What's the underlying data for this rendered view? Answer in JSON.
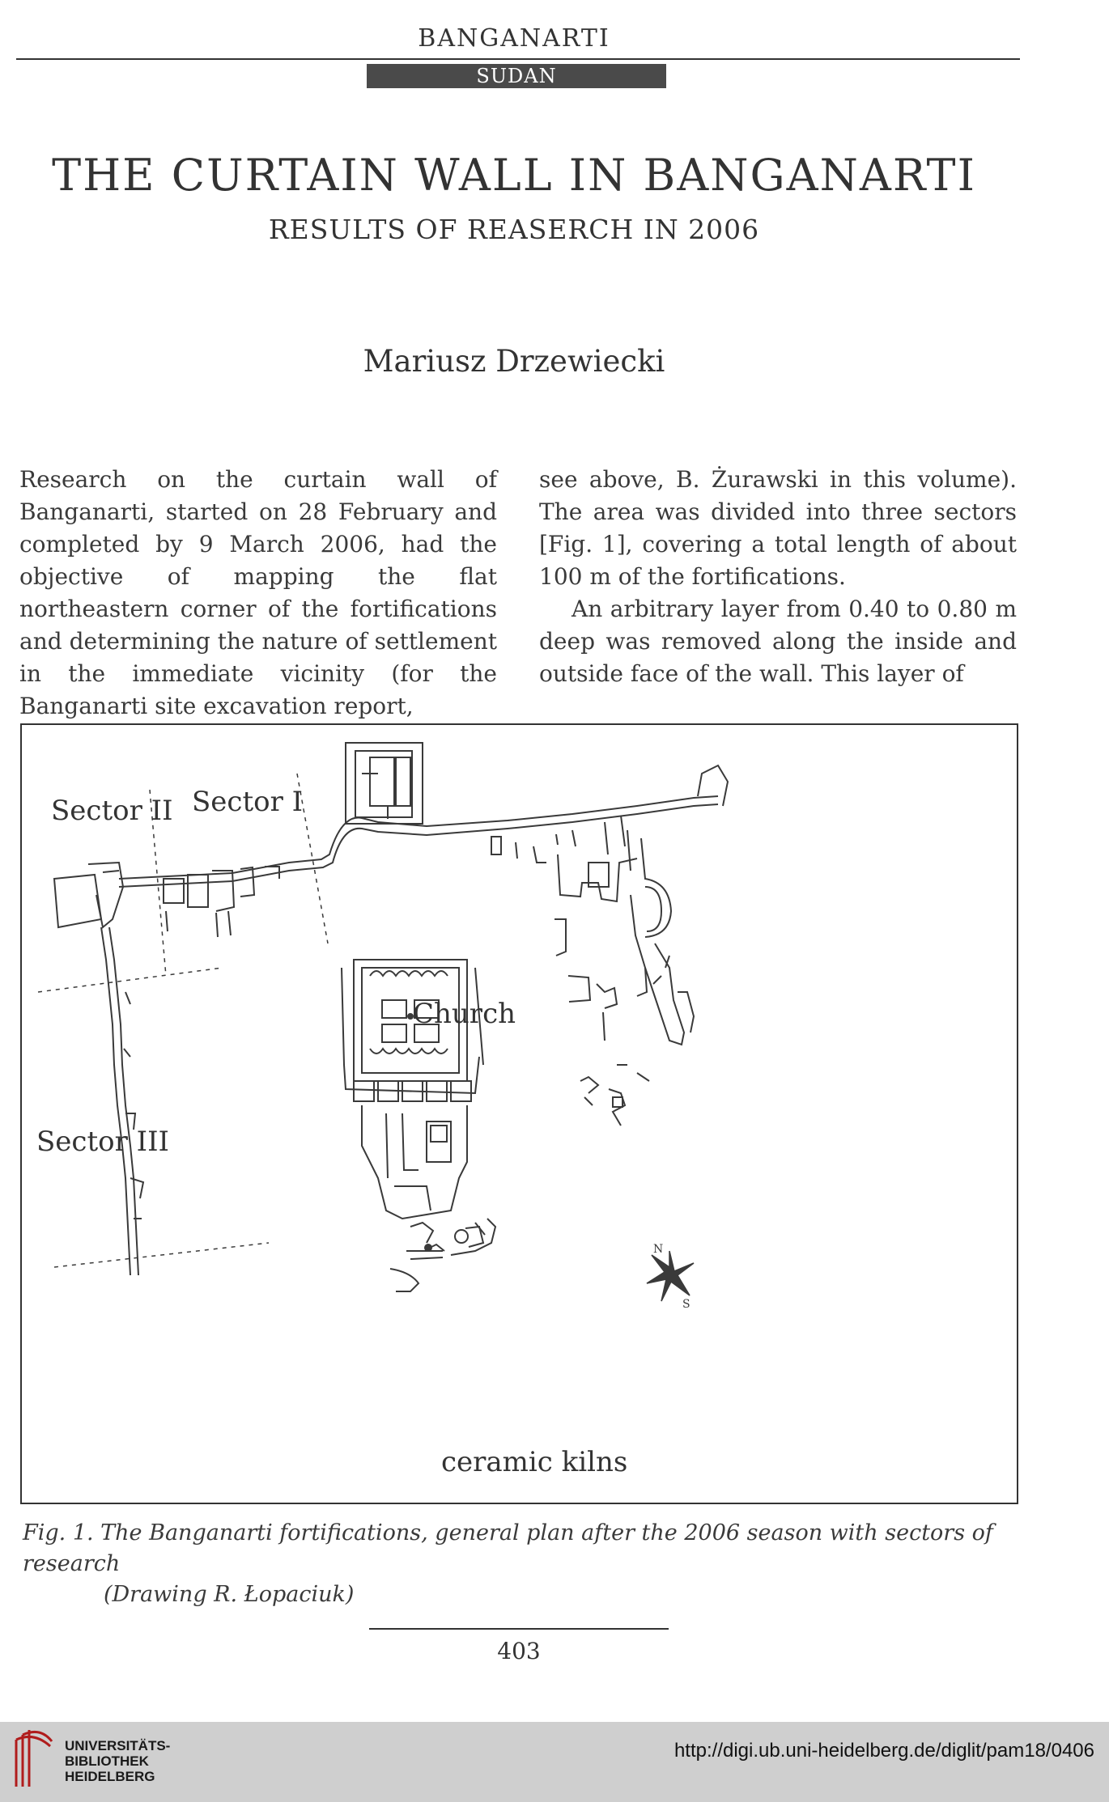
{
  "header": {
    "running_head": "BANGANARTI",
    "section": "SUDAN"
  },
  "article": {
    "title": "THE CURTAIN WALL IN BANGANARTI",
    "subtitle": "RESULTS OF REASERCH IN 2006",
    "author": "Mariusz Drzewiecki"
  },
  "body": {
    "left_column": "Research on the curtain wall of Banganarti, started on 28 February and completed by 9 March 2006, had the objective of mapping the flat northeastern corner of the fortifications and determining the nature of settlement in the immediate vicinity (for the Banganarti site excavation report,",
    "right_column_p1": "see above, B. Żurawski in this volume). The area was divided into three sectors [Fig. 1], covering a total length of about 100 m of the fortifications.",
    "right_column_p2": "An arbitrary layer from 0.40 to 0.80 m deep was removed along the inside and outside face of the wall. This layer of"
  },
  "figure": {
    "labels": {
      "sector_1": "Sector I",
      "sector_2": "Sector II",
      "sector_3": "Sector III",
      "church": "Church",
      "kilns": "ceramic kilns",
      "north": "N",
      "south": "S"
    },
    "caption_line1": "Fig. 1. The Banganarti fortifications, general plan after the 2006 season with sectors of research",
    "caption_line2": "(Drawing R. Łopaciuk)"
  },
  "footer": {
    "page_number": "403",
    "library_name_1": "UNIVERSITÄTS-",
    "library_name_2": "BIBLIOTHEK",
    "library_name_3": "HEIDELBERG",
    "url": "http://digi.ub.uni-heidelberg.de/diglit/pam18/0406"
  }
}
